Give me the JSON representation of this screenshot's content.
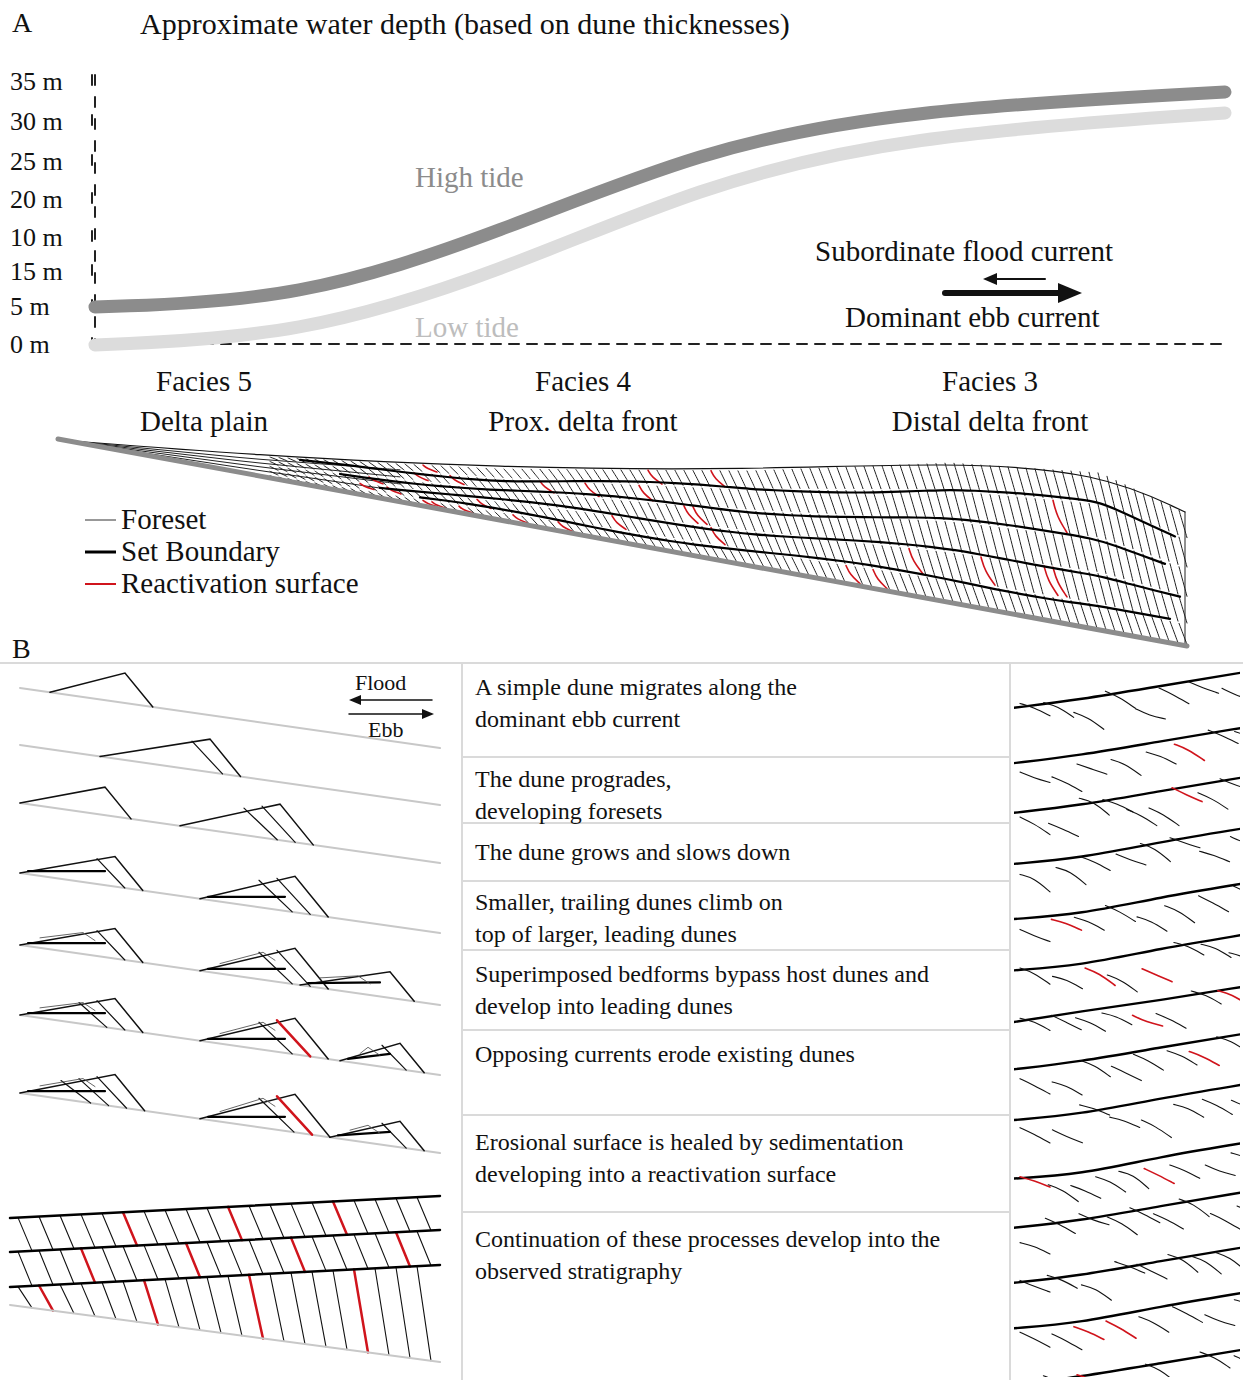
{
  "diagram": {
    "labels": [
      "A",
      "Approximate water depth (based on dune thicknesses)",
      "35 m",
      "30 m",
      "25 m",
      "20 m",
      "10 m",
      "15 m",
      "5 m",
      "0 m",
      "High tide",
      "Low tide",
      "Subordinate flood current",
      "Dominant ebb current",
      "Facies 5",
      "Delta plain",
      "Facies 4",
      "Prox. delta front",
      "Facies 3",
      "Distal delta front",
      "B",
      "Flood",
      "Ebb",
      "A simple dune migrates along the dominant ebb current",
      "The dune progrades, developing foresets",
      "The dune grows and slows down",
      "Smaller, trailing dunes climb on top of larger, leading dunes",
      "Superimposed bedforms bypass host dunes and develop into leading dunes",
      "Opposing currents erode existing dunes",
      "Erosional surface is healed by sedimentation developing into a reactivation surface",
      "Continuation of these processes develop into the observed stratigraphy"
    ],
    "legend": [
      {
        "text": "Foreset"
      },
      {
        "text": "Set Boundary"
      },
      {
        "text": "Reactivation surface"
      }
    ]
  }
}
